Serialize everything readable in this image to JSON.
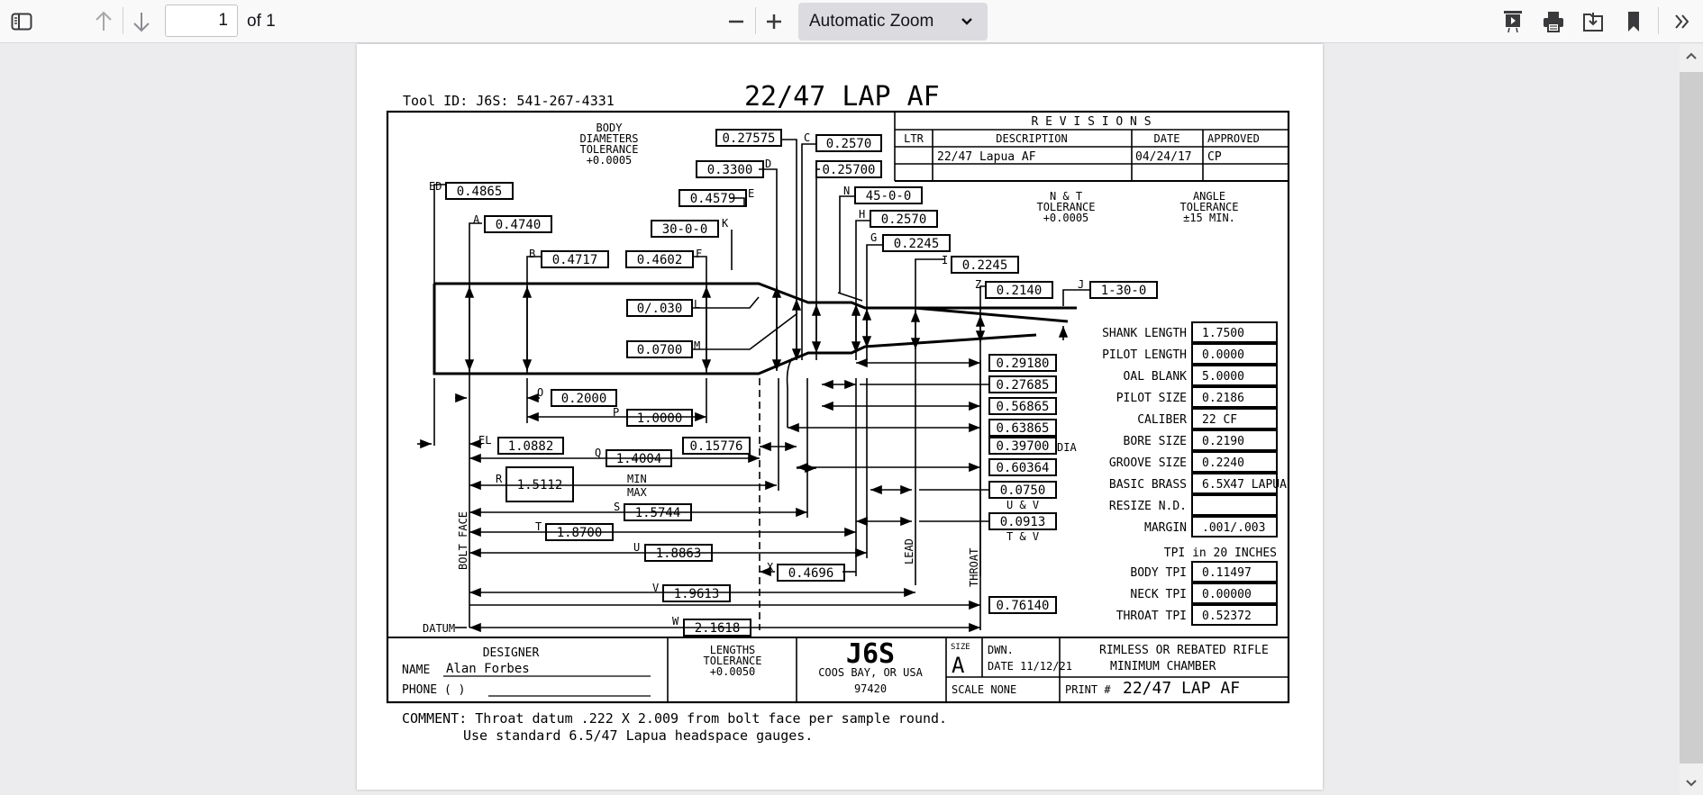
{
  "toolbar": {
    "sidebar_toggle_icon": "sidebar-icon",
    "prev_icon": "arrow-up-icon",
    "next_icon": "arrow-down-icon",
    "page_number": "1",
    "page_count": "of 1",
    "zoom_out_icon": "minus-icon",
    "zoom_in_icon": "plus-icon",
    "zoom_value": "Automatic Zoom",
    "presentation_icon": "presentation-icon",
    "print_icon": "print-icon",
    "save_icon": "save-icon",
    "bookmark_icon": "bookmark-icon",
    "tools_icon": "double-chevron-icon"
  },
  "drawing": {
    "tool_id": "Tool ID: J6S: 541-267-4331",
    "title": "22/47 LAP AF",
    "revisions": {
      "heading": "R E V I S I O N S",
      "headers": [
        "LTR",
        "DESCRIPTION",
        "DATE",
        "APPROVED"
      ],
      "rows": [
        [
          "",
          "22/47 Lapua AF",
          "04/24/17",
          "CP"
        ],
        [
          "",
          "",
          "",
          ""
        ]
      ]
    },
    "body_tol": [
      "BODY",
      "DIAMETERS",
      "TOLERANCE",
      "+0.0005"
    ],
    "nt_tol": [
      "N & T",
      "TOLERANCE",
      "+0.0005"
    ],
    "angle_tol": [
      "ANGLE",
      "TOLERANCE",
      "±15 MIN."
    ],
    "callouts": {
      "ED": "0.4865",
      "A": "0.4740",
      "B": "0.4717",
      "F": "0.4602",
      "K": "30-0-0",
      "E": "0.4579",
      "D": "0.3300",
      "top1": "0.27575",
      "C": "0.2570",
      "C2": "0.25700",
      "N": "45-0-0",
      "H": "0.2570",
      "G": "0.2245",
      "I": "0.2245",
      "Z": "0.2140",
      "J": "1-30-0",
      "L": "0/.030",
      "M": "0.0700",
      "O": "0.2000",
      "P": "1.0000",
      "EL": "1.0882",
      "Q": "1.4004",
      "R": "1.5112",
      "S": "1.5744",
      "T": "1.8700",
      "U": "1.8863",
      "X": "0.4696",
      "V": "1.9613",
      "W": "2.1618",
      "neck1": "0.15776"
    },
    "letters": {
      "ED": "ED",
      "A": "A",
      "B": "B",
      "F": "F",
      "K": "K",
      "E": "E",
      "D": "D",
      "C": "C",
      "N": "N",
      "H": "H",
      "G": "G",
      "I": "I",
      "Z": "Z",
      "J": "J",
      "L": "L",
      "M": "M",
      "O": "O",
      "P": "P",
      "EL": "EL",
      "Q": "Q",
      "R": "R",
      "S": "S",
      "T": "T",
      "U": "U",
      "X": "X",
      "V": "V",
      "W": "W"
    },
    "min_label": "MIN",
    "max_label": "MAX",
    "bolt_face": "BOLT FACE",
    "datum": "DATUM",
    "lead": "LEAD",
    "throat": "THROAT",
    "right_dims": [
      "0.29180",
      "0.27685",
      "0.56865",
      "0.63865",
      "0.39700",
      "0.60364",
      "0.0750",
      "0.0913",
      "0.76140"
    ],
    "dia_label": "DIA",
    "uv_label": "U & V",
    "tv_label": "T & V",
    "specs": [
      {
        "label": "SHANK LENGTH",
        "value": "1.7500"
      },
      {
        "label": "PILOT LENGTH",
        "value": "0.0000"
      },
      {
        "label": "OAL BLANK",
        "value": "5.0000"
      },
      {
        "label": "PILOT SIZE",
        "value": "0.2186"
      },
      {
        "label": "CALIBER",
        "value": "22 CF"
      },
      {
        "label": "BORE SIZE",
        "value": "0.2190"
      },
      {
        "label": "GROOVE SIZE",
        "value": "0.2240"
      },
      {
        "label": "BASIC BRASS",
        "value": "6.5X47 LAPUA"
      },
      {
        "label": "RESIZE N.D.",
        "value": ""
      },
      {
        "label": "MARGIN",
        "value": ".001/.003"
      }
    ],
    "tpi_heading": "TPI in 20 INCHES",
    "tpi": [
      {
        "label": "BODY TPI",
        "value": "0.11497"
      },
      {
        "label": "NECK TPI",
        "value": "0.00000"
      },
      {
        "label": "THROAT TPI",
        "value": "0.52372"
      }
    ],
    "title_block": {
      "designer_heading": "DESIGNER",
      "name_label": "NAME",
      "name_value": "Alan Forbes",
      "phone_label": "PHONE (    )",
      "lengths_tol": [
        "LENGTHS",
        "TOLERANCE",
        "+0.0050"
      ],
      "company": "J6S",
      "city": "COOS BAY, OR USA",
      "zip": "97420",
      "size_label": "SIZE",
      "size_value": "A",
      "dwn": "DWN.",
      "date": "DATE 11/12/21",
      "desc1": "RIMLESS OR REBATED RIFLE",
      "desc2": "MINIMUM CHAMBER",
      "scale": "SCALE   NONE",
      "print_label": "PRINT #",
      "print_value": "22/47 LAP AF"
    },
    "comment_1": "COMMENT: Throat datum .222 X 2.009 from bolt face per sample round.",
    "comment_2": "Use standard 6.5/47 Lapua headspace gauges."
  }
}
